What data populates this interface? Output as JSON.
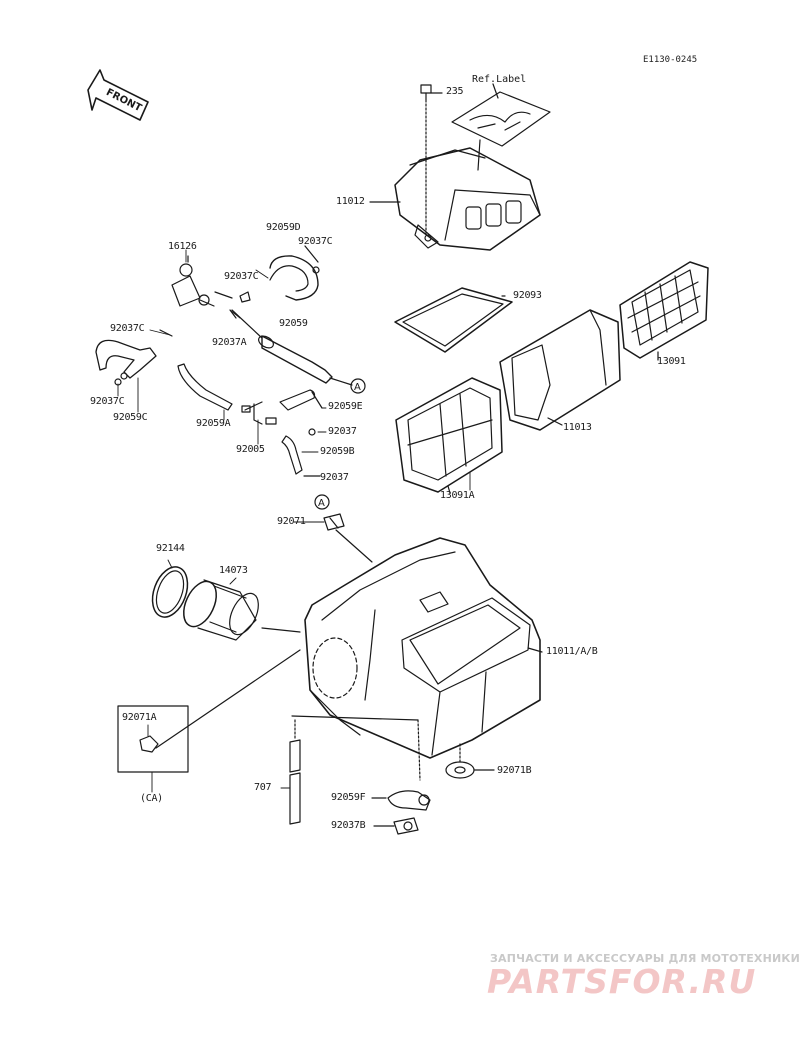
{
  "diagram_code": "E1130-0245",
  "front_arrow_label": "FRONT",
  "ref_label": "Ref.Label",
  "parts": {
    "p235": "235",
    "p11012": "11012",
    "p92093": "92093",
    "p13091": "13091",
    "p11013": "11013",
    "p13091A": "13091A",
    "p16126": "16126",
    "p92059D": "92059D",
    "p92037C_a": "92037C",
    "p92037C_b": "92037C",
    "p92037C_c": "92037C",
    "p92037C_d": "92037C",
    "p92037A": "92037A",
    "p92059": "92059",
    "p92059C": "92059C",
    "p92059A": "92059A",
    "p92059E": "92059E",
    "p92037_a": "92037",
    "p92037_b": "92037",
    "p92005": "92005",
    "p92059B": "92059B",
    "p92071": "92071",
    "p92144": "92144",
    "p14073": "14073",
    "p11011": "11011/A/B",
    "p92071A": "92071A",
    "p92071B": "92071B",
    "p707": "707",
    "p92059F": "92059F",
    "p92037B": "92037B",
    "ca": "(CA)"
  },
  "callout_a": "A",
  "watermark": {
    "tagline": "ЗАПЧАСТИ И АКСЕССУАРЫ ДЛЯ МОТОТЕХНИКИ",
    "logo": "PARTSFOR.RU"
  },
  "colors": {
    "line": "#1a1a1a",
    "watermark_red": "#f3c6c6",
    "watermark_gray": "#c9c9c9"
  }
}
